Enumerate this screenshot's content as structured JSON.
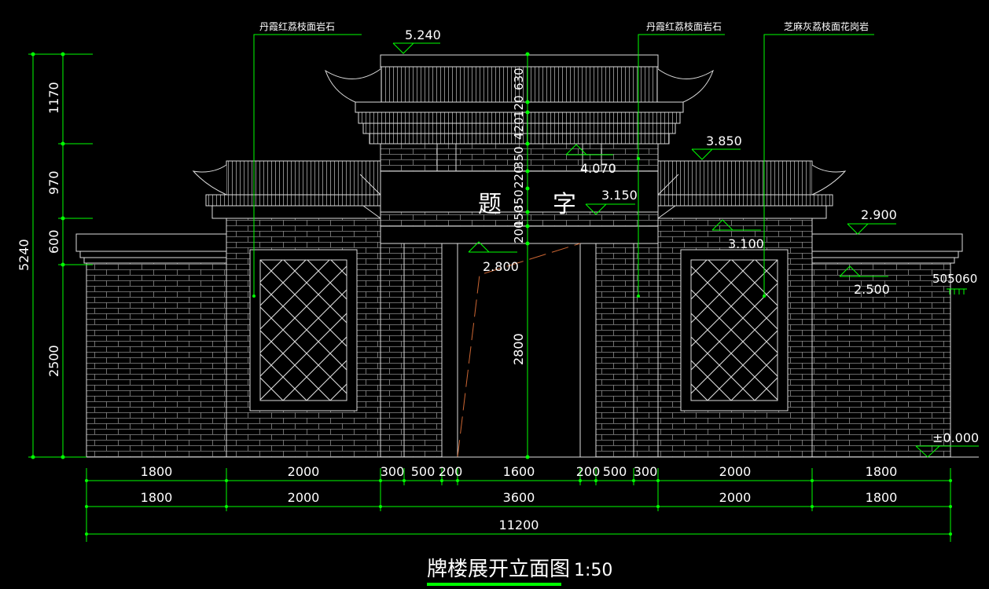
{
  "title": {
    "text": "牌楼展开立面图",
    "scale": "1:50"
  },
  "material_notes": {
    "left": "丹霞红荔枝面岩石",
    "center": "丹霞红荔枝面岩石",
    "right": "芝麻灰荔枝面花岗岩"
  },
  "inscription": {
    "char1": "题",
    "char2": "字"
  },
  "elevations": {
    "top": "5.240",
    "e4070": "4.070",
    "e3850": "3.850",
    "e3150": "3.150",
    "e3100": "3.100",
    "e2900": "2.900",
    "e2800": "2.800",
    "e2500": "2.500",
    "ground": "±0.000"
  },
  "left_dims": {
    "total": "5240",
    "d1": "1170",
    "d2": "970",
    "d3": "600",
    "d4": "2500"
  },
  "center_dims": {
    "d630": "630",
    "d120": "120",
    "d420": "420",
    "d350a": "350",
    "d220": "220",
    "d350b": "350",
    "d150": "150",
    "d200": "200",
    "d2800": "2800"
  },
  "side_note": "505060",
  "bottom_dims": {
    "row1": [
      "1800",
      "2000",
      "300",
      "500",
      "200",
      "1600",
      "200",
      "500",
      "300",
      "2000",
      "1800"
    ],
    "row2": [
      "1800",
      "2000",
      "3600",
      "2000",
      "1800"
    ],
    "row3": [
      "11200"
    ]
  },
  "colors": {
    "dim": "#00ff00",
    "line": "#ffffff",
    "door": "#cc6633",
    "bg": "#000000"
  }
}
